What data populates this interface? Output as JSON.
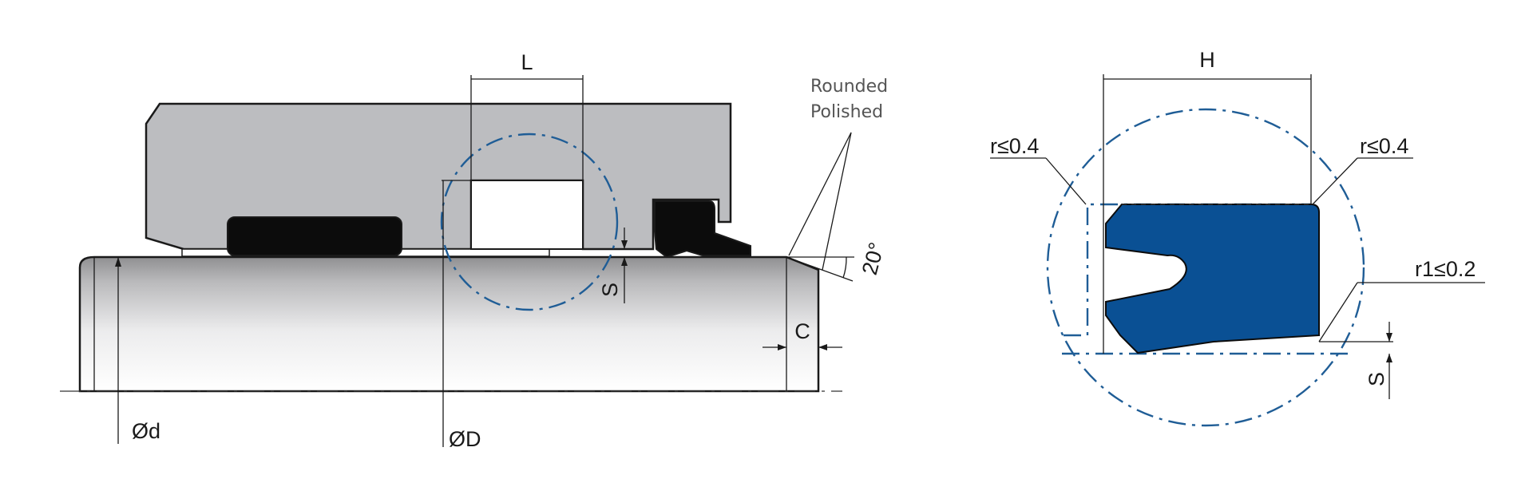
{
  "left_view": {
    "dim_L": "L",
    "dim_S": "S",
    "dim_C": "C",
    "dim_d": "Ød",
    "dim_D": "ØD",
    "angle": "20°",
    "note_line1": "Rounded",
    "note_line2": "Polished"
  },
  "right_view": {
    "dim_H": "H",
    "radius_left": "r≤0.4",
    "radius_right": "r≤0.4",
    "radius_r1": "r1≤0.2",
    "dim_S": "S"
  },
  "colors": {
    "housing": "#bcbdc0",
    "seal_black": "#0c0c0c",
    "seal_blue": "#0a5094",
    "detail_circle": "#1f5d96"
  }
}
